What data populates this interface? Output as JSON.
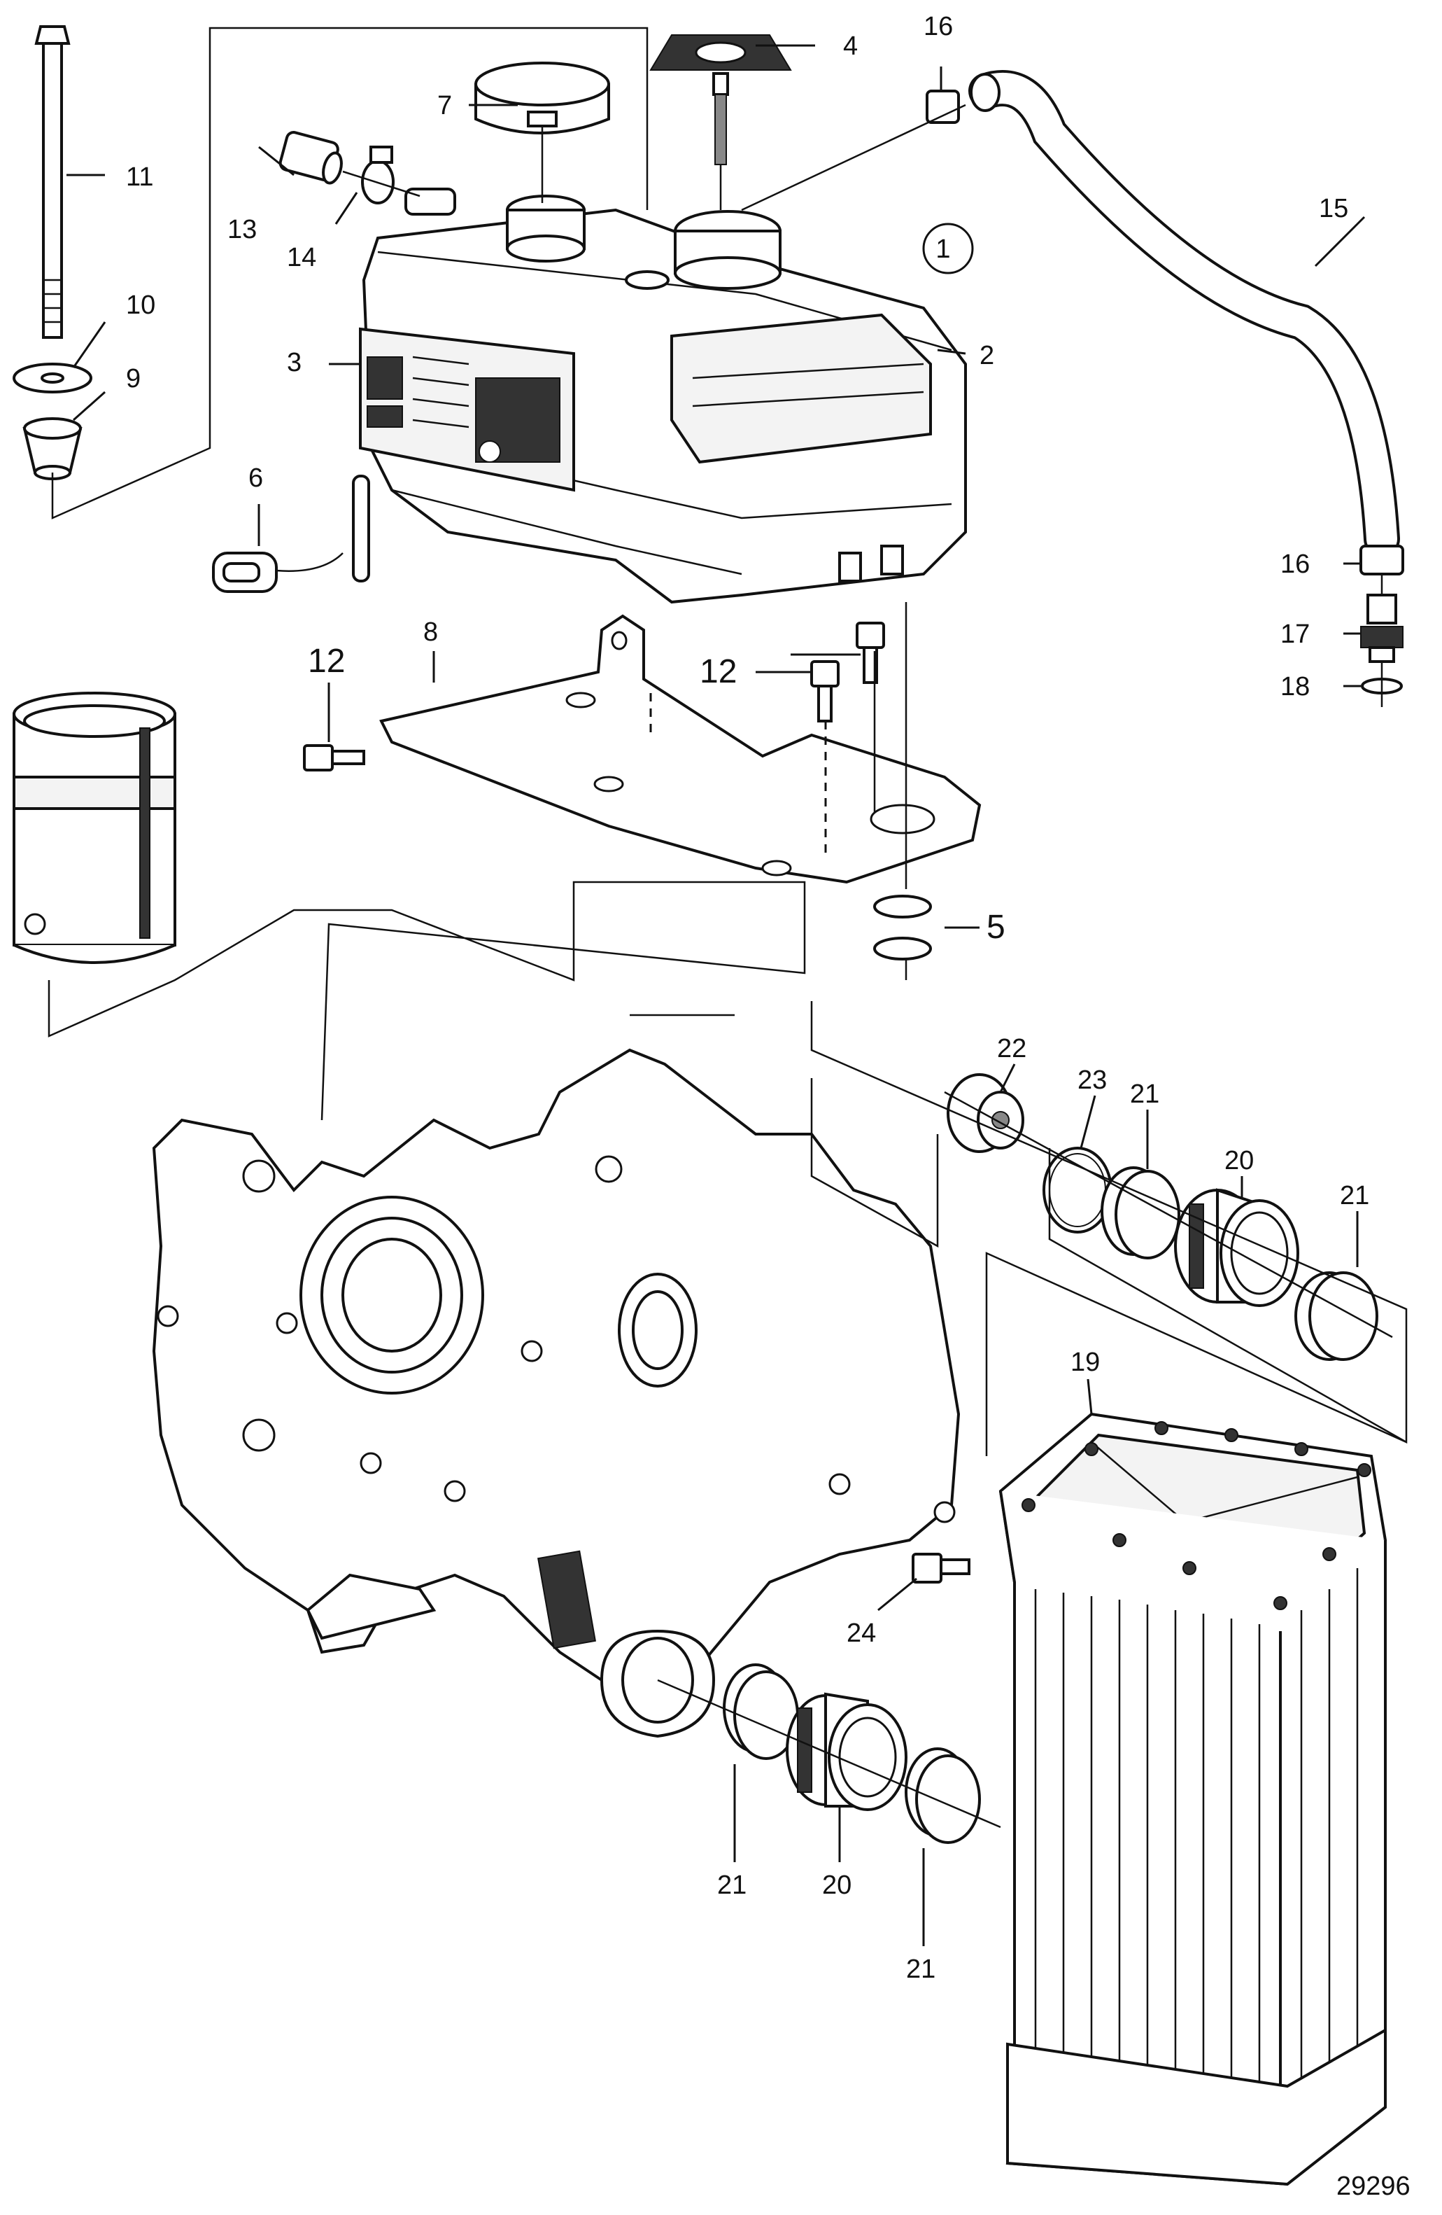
{
  "diagram": {
    "callouts": {
      "c1": "1",
      "c2": "2",
      "c3": "3",
      "c4": "4",
      "c5": "5",
      "c6": "6",
      "c7": "7",
      "c8": "8",
      "c9": "9",
      "c10": "10",
      "c11": "11",
      "c12a": "12",
      "c12b": "12",
      "c13": "13",
      "c14": "14",
      "c15": "15",
      "c16a": "16",
      "c16b": "16",
      "c17": "17",
      "c18": "18",
      "c19": "19",
      "c20a": "20",
      "c20b": "20",
      "c21a": "21",
      "c21b": "21",
      "c21c": "21",
      "c21d": "21",
      "c22": "22",
      "c23": "23",
      "c24": "24"
    },
    "figure_number": "29296"
  }
}
